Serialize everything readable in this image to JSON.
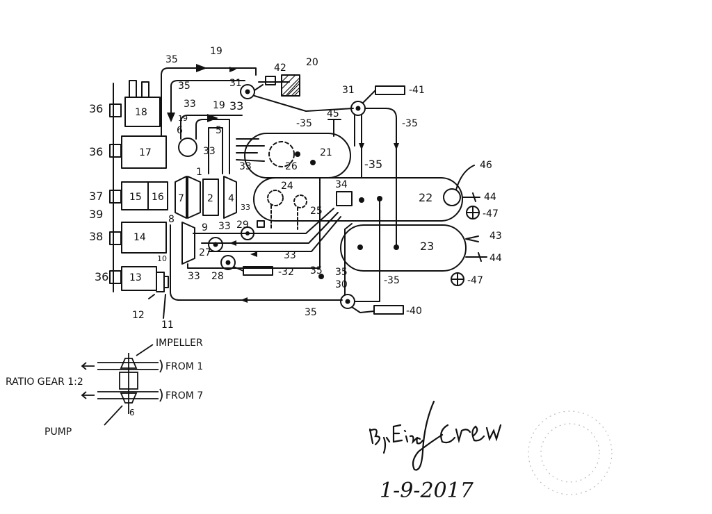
{
  "labels": {
    "l35_top": "35",
    "l19_top": "19",
    "l42": "42",
    "l20": "20",
    "l35_2": "35",
    "l31_2": "31",
    "l31": "31",
    "l41": "-41",
    "l36_a": "36",
    "l18": "18",
    "l33_2": "33",
    "l19_b": "19",
    "l19_c": "19",
    "l33_b": "33",
    "l6": "6",
    "l5": "5",
    "l35_c": "-35",
    "l45": "45",
    "l35_d": "-35",
    "l36_b": "36",
    "l17": "17",
    "l33_c": "33",
    "l21": "21",
    "l26": "26",
    "l35_e": "-35",
    "l46": "46",
    "l33_d": "33",
    "l37": "37",
    "l15": "15",
    "l16": "16",
    "l7": "7",
    "l1": "1",
    "l2": "2",
    "l4": "4",
    "l24": "24",
    "l34": "34",
    "l22": "22",
    "l44_a": "44",
    "l25": "25",
    "l39": "39",
    "l33_e": "33",
    "l47_a": "-47",
    "l38": "38",
    "l14": "14",
    "l8": "8",
    "l9": "9",
    "l33_f": "33",
    "l29": "29",
    "l43": "43",
    "l23": "23",
    "l10": "10",
    "l27": "27",
    "l33_g": "33",
    "l44_b": "44",
    "l36_c": "36",
    "l13": "13",
    "l33_h": "33",
    "l28": "28",
    "l32": "-32",
    "l35_f": "35",
    "l35_g": "35",
    "l35_h": "-35",
    "l47_b": "-47",
    "l30": "30",
    "l12": "12",
    "l11": "11",
    "l35_i": "35",
    "l40": "-40"
  },
  "inset": {
    "impeller": "IMPELLER",
    "from1": "FROM 1",
    "ratio_gear": "RATIO GEAR 1:2",
    "from7": "FROM 7",
    "pump": "PUMP",
    "l6": "6"
  },
  "signature": {
    "date": "1-9-2017"
  },
  "colors": {
    "ink": "#111111",
    "paper": "#ffffff"
  }
}
